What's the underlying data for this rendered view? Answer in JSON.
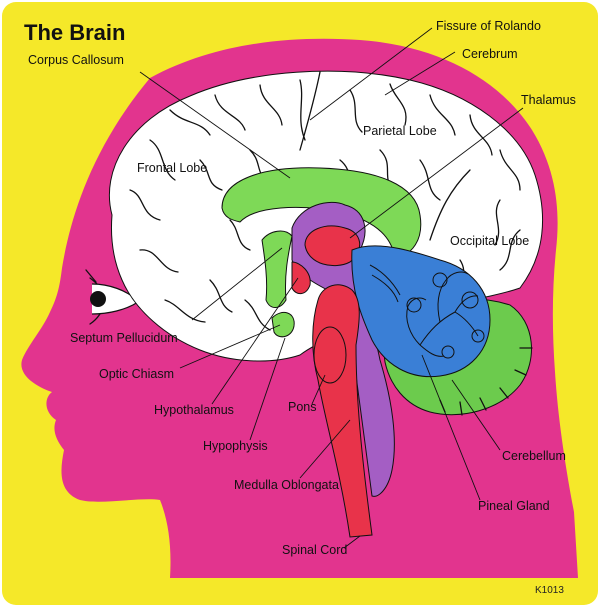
{
  "title": "The Brain",
  "product_code": "K1013",
  "colors": {
    "board": "#F5E829",
    "head": "#E2348E",
    "cerebrum": "#FFFFFF",
    "corpus": "#7ED957",
    "thalamus": "#E8334A",
    "cerebellum": "#3A7FD6",
    "cerebellum_outer": "#6CCB4D",
    "purple": "#A45EC4",
    "brainstem": "#E8334A"
  },
  "labels": {
    "fissure_of_rolando": "Fissure of Rolando",
    "cerebrum": "Cerebrum",
    "corpus_callosum": "Corpus Callosum",
    "thalamus": "Thalamus",
    "parietal_lobe": "Parietal Lobe",
    "frontal_lobe": "Frontal Lobe",
    "occipital_lobe": "Occipital Lobe",
    "septum_pellucidum": "Septum Pellucidum",
    "optic_chiasm": "Optic Chiasm",
    "hypothalamus": "Hypothalamus",
    "pons": "Pons",
    "hypophysis": "Hypophysis",
    "medulla_oblongata": "Medulla Oblongata",
    "cerebellum_label": "Cerebellum",
    "pineal_gland": "Pineal Gland",
    "spinal_cord": "Spinal Cord"
  }
}
